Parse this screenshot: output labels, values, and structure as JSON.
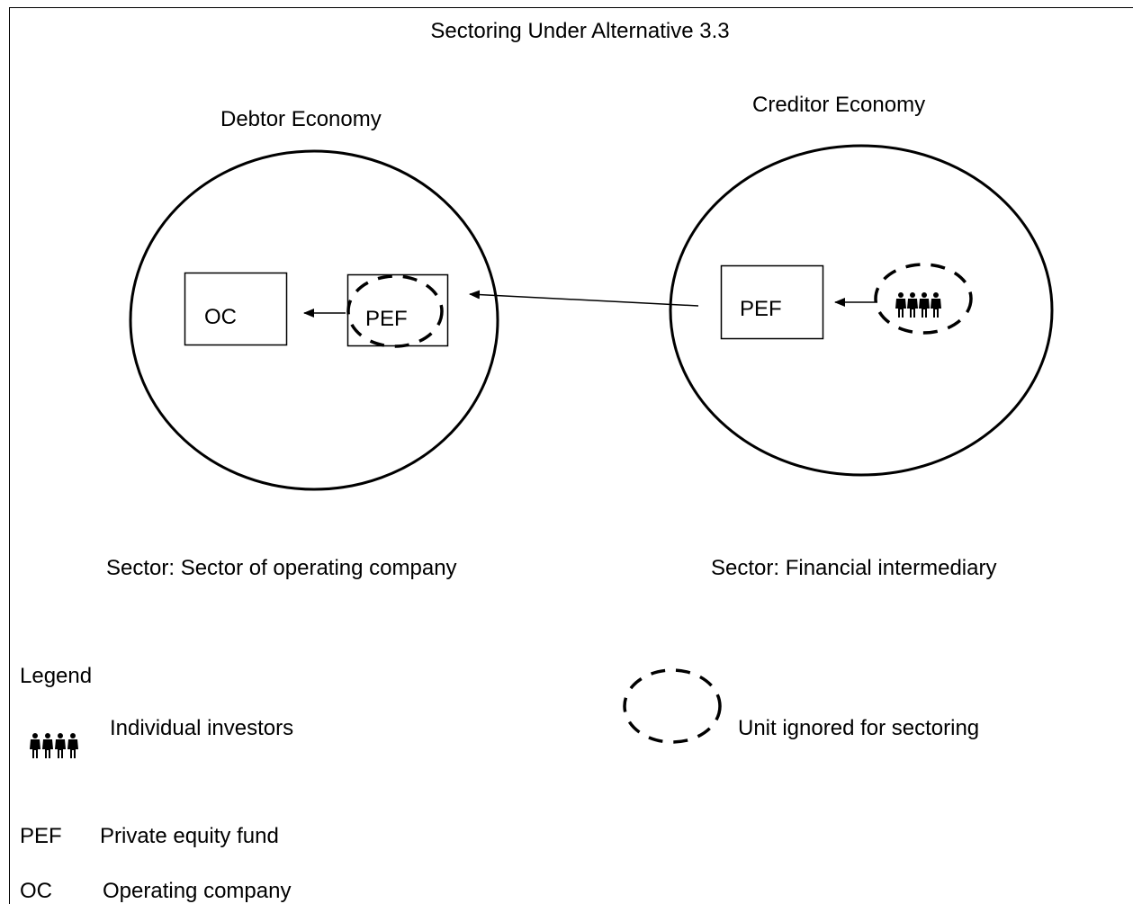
{
  "title": "Sectoring Under Alternative 3.3",
  "debtor": {
    "heading": "Debtor Economy",
    "box_oc": "OC",
    "box_pef": "PEF",
    "sector": "Sector: Sector of operating company"
  },
  "creditor": {
    "heading": "Creditor Economy",
    "box_pef": "PEF",
    "sector": "Sector: Financial intermediary"
  },
  "legend": {
    "heading": "Legend",
    "investors_label": "Individual investors",
    "ignored_label": "Unit ignored for sectoring",
    "abbrev": [
      {
        "code": "PEF",
        "meaning": "Private equity fund"
      },
      {
        "code": "OC",
        "meaning": "Operating company"
      }
    ]
  },
  "icons": {
    "people": "individual-investors-icon",
    "dashed_oval": "dashed-oval-icon"
  },
  "colors": {
    "stroke": "#000000",
    "background": "#ffffff"
  }
}
